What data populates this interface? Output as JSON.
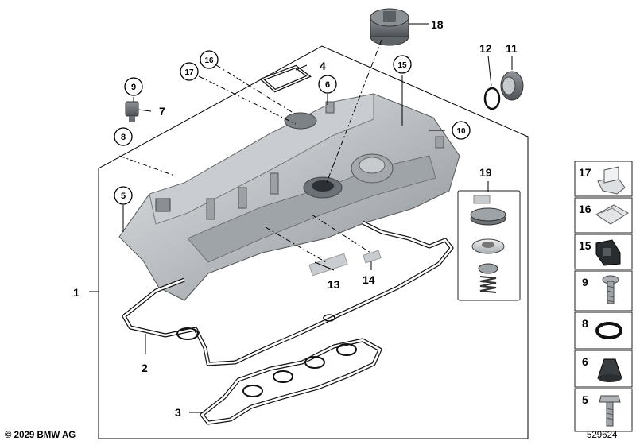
{
  "diagram": {
    "callouts": {
      "c1": "1",
      "c2": "2",
      "c3": "3",
      "c4": "4",
      "c5": "5",
      "c6": "6",
      "c7": "7",
      "c8": "8",
      "c9": "9",
      "c10": "10",
      "c11": "11",
      "c12": "12",
      "c13": "13",
      "c14": "14",
      "c15": "15",
      "c16": "16",
      "c17": "17",
      "c18": "18",
      "c19": "19"
    },
    "side_panel": [
      "17",
      "16",
      "15",
      "9",
      "8",
      "6",
      "5"
    ]
  },
  "footer": {
    "copyright": "© 2029 BMW AG",
    "drawing_number": "529624"
  },
  "colors": {
    "part_light": "#d9dcdf",
    "part_mid": "#a9adb2",
    "part_dark": "#6e7378",
    "gasket": "#111111"
  }
}
